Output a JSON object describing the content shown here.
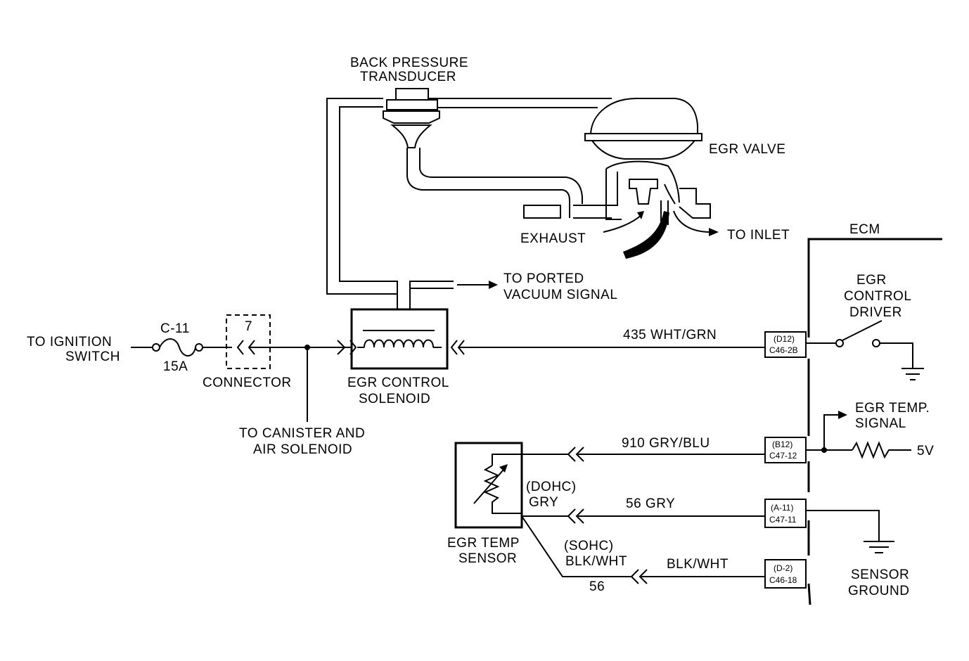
{
  "colors": {
    "ink": "#000000",
    "background": "#ffffff"
  },
  "labels": {
    "back_pressure_1": "BACK PRESSURE",
    "back_pressure_2": "TRANSDUCER",
    "egr_valve": "EGR VALVE",
    "exhaust": "EXHAUST",
    "to_inlet": "TO INLET",
    "ecm": "ECM",
    "to_ported_1": "TO PORTED",
    "to_ported_2": "VACUUM SIGNAL",
    "egr_driver_1": "EGR",
    "egr_driver_2": "CONTROL",
    "egr_driver_3": "DRIVER",
    "to_ignition_1": "TO IGNITION",
    "to_ignition_2": "SWITCH",
    "fuse_name": "C-11",
    "fuse_rating": "15A",
    "connector_num": "7",
    "connector": "CONNECTOR",
    "solenoid_1": "EGR CONTROL",
    "solenoid_2": "SOLENOID",
    "canister_1": "TO CANISTER AND",
    "canister_2": "AIR SOLENOID",
    "wire_435": "435 WHT/GRN",
    "wire_910": "910 GRY/BLU",
    "wire_56": "56  GRY",
    "wire_blk": "BLK/WHT",
    "egr_temp_signal_1": "EGR TEMP.",
    "egr_temp_signal_2": "SIGNAL",
    "five_v": "5V",
    "dohc_1": "(DOHC)",
    "dohc_2": "GRY",
    "sohc_1": "(SOHC)",
    "sohc_2": "BLK/WHT",
    "num_56": "56",
    "sensor_1": "EGR TEMP",
    "sensor_2": "SENSOR",
    "sensor_ground_1": "SENSOR",
    "sensor_ground_2": "GROUND",
    "pin_d12_a": "(D12)",
    "pin_d12_b": "C46-2B",
    "pin_b12_a": "(B12)",
    "pin_b12_b": "C47-12",
    "pin_a11_a": "(A-11)",
    "pin_a11_b": "C47-11",
    "pin_d2_a": "(D-2)",
    "pin_d2_b": "C46-18"
  }
}
